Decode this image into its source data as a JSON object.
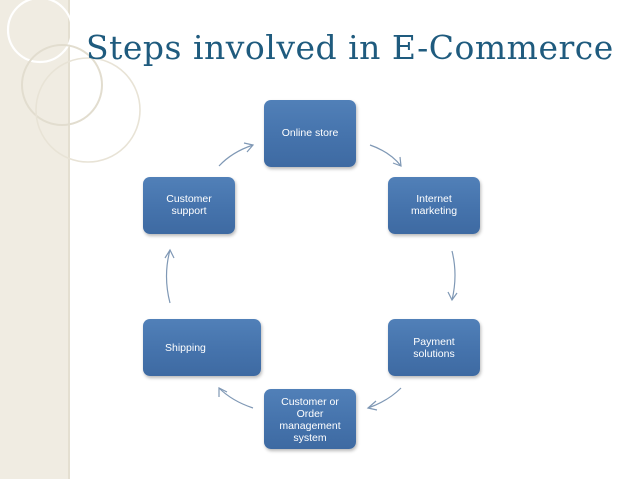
{
  "slide": {
    "title": "Steps involved in E-Commerce"
  },
  "diagram": {
    "type": "cycle",
    "steps": [
      {
        "id": "online-store",
        "label": "Online store"
      },
      {
        "id": "internet-marketing",
        "label": "Internet\nmarketing"
      },
      {
        "id": "payment-solutions",
        "label": "Payment\nsolutions"
      },
      {
        "id": "order-management",
        "label": "Customer or\nOrder\nmanagement\nsystem"
      },
      {
        "id": "shipping",
        "label": "Shipping"
      },
      {
        "id": "customer-support",
        "label": "Customer\nsupport"
      }
    ],
    "edges": [
      [
        "online-store",
        "internet-marketing"
      ],
      [
        "internet-marketing",
        "payment-solutions"
      ],
      [
        "payment-solutions",
        "order-management"
      ],
      [
        "order-management",
        "shipping"
      ],
      [
        "shipping",
        "customer-support"
      ],
      [
        "customer-support",
        "online-store"
      ]
    ]
  },
  "colors": {
    "node_fill": "#4a7bb5",
    "node_text": "#ffffff",
    "arrow": "#7f98b5",
    "title": "#1f5b7e",
    "side_band": "#f0ece2"
  }
}
